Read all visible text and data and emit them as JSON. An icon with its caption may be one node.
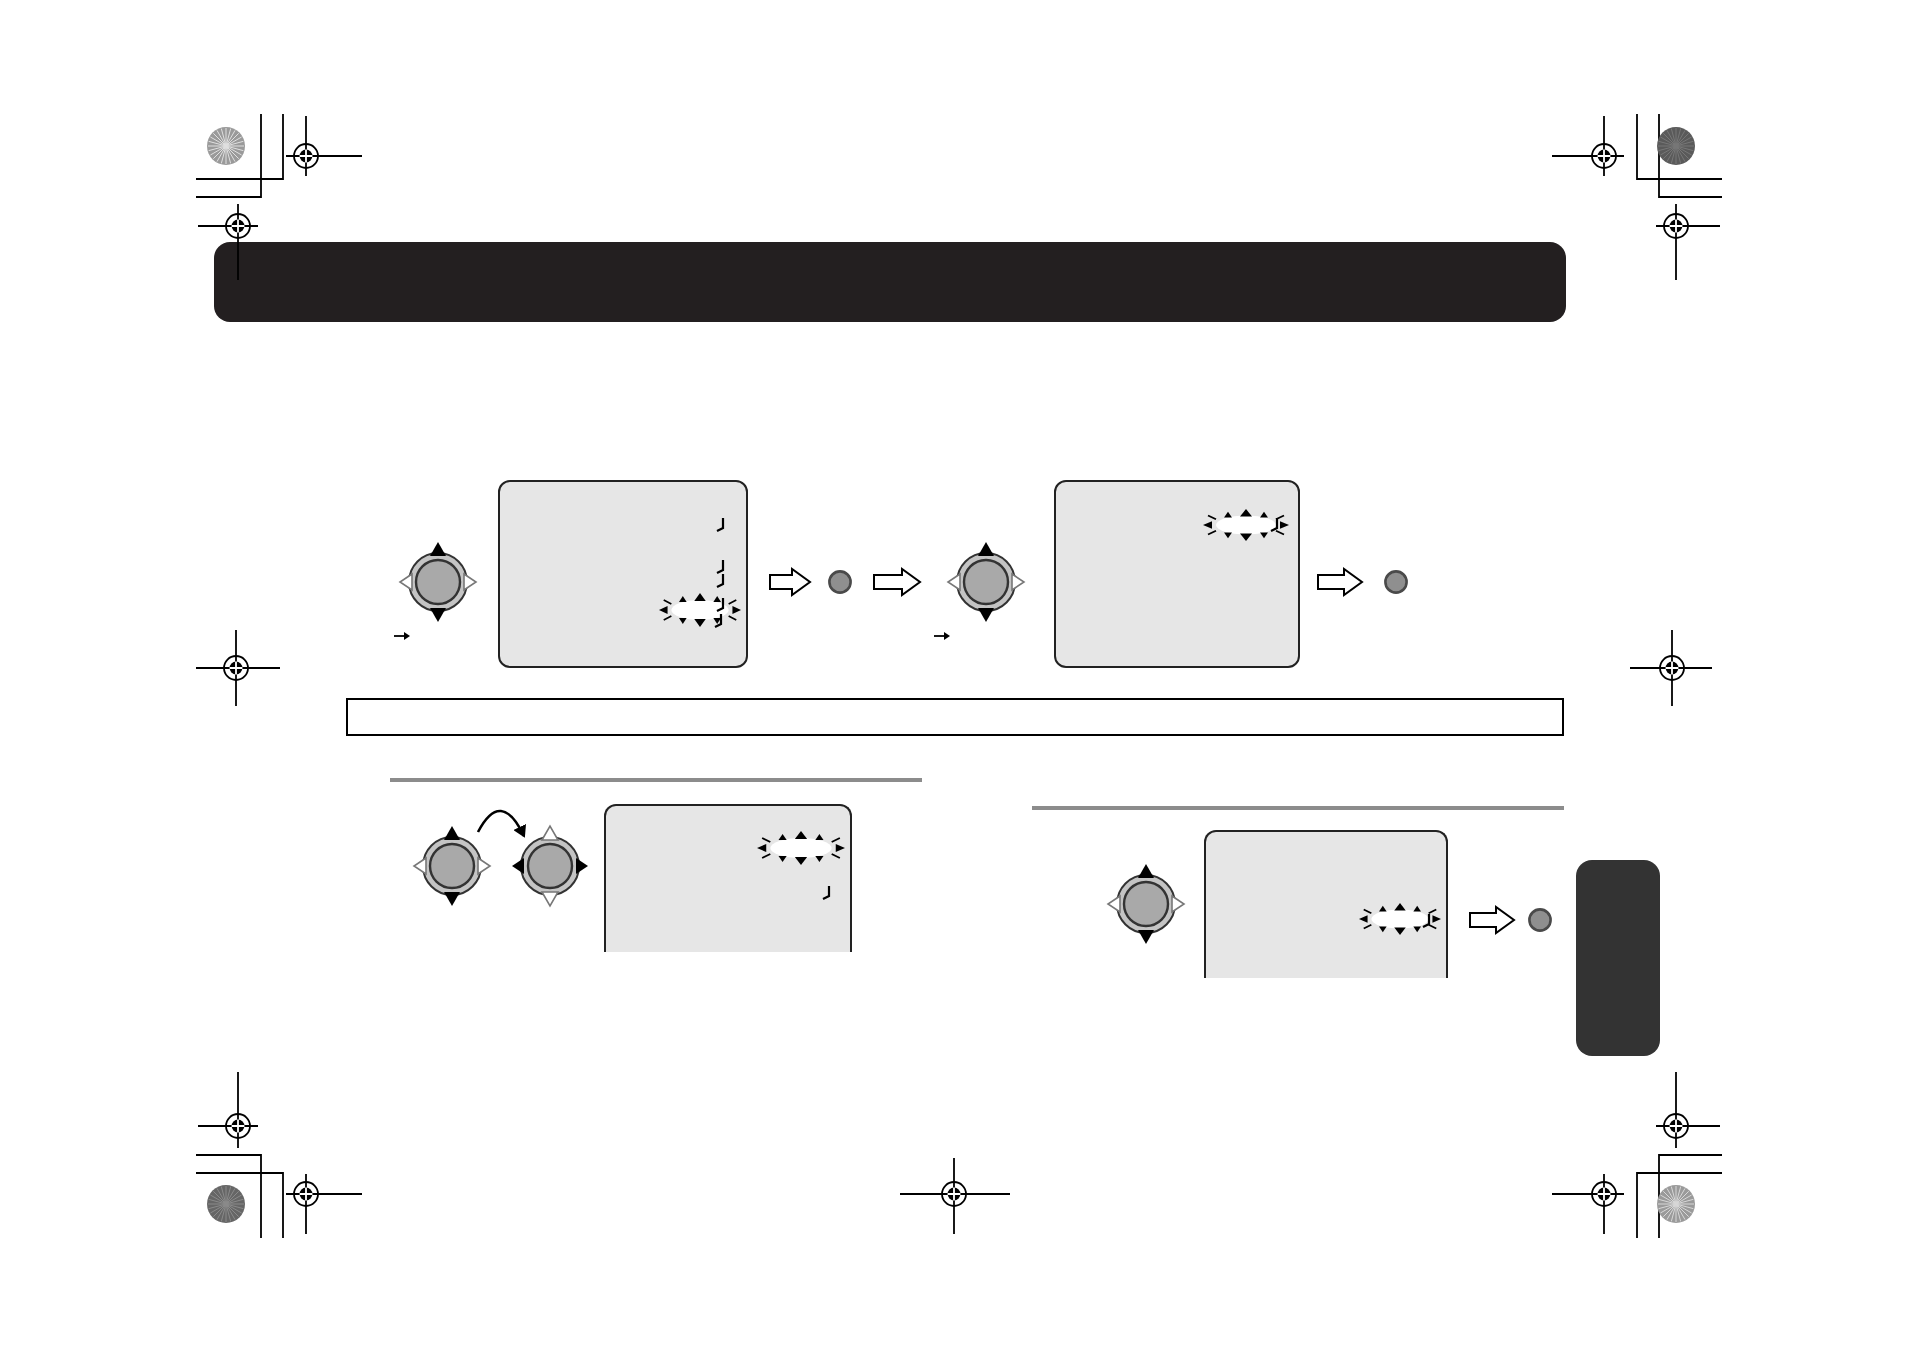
{
  "diagram": {
    "nodes": [
      {
        "text": [],
        "shape": "picture"
      },
      {
        "text": [],
        "shape": "box"
      },
      {
        "text": [],
        "shape": "circle"
      },
      {
        "text": [],
        "shape": "picture"
      },
      {
        "text": [],
        "shape": "box"
      },
      {
        "text": [],
        "shape": "circle"
      },
      {
        "text": [],
        "shape": "picture"
      },
      {
        "text": [],
        "shape": "picture"
      },
      {
        "text": [],
        "shape": "box"
      },
      {
        "text": [],
        "shape": "picture"
      },
      {
        "text": [],
        "shape": "box"
      },
      {
        "text": [],
        "shape": "circle"
      },
      {
        "text": [],
        "shape": "bar"
      }
    ],
    "edges": [
      {
        "from": 1,
        "to": 2,
        "arrow": "to"
      },
      {
        "from": 2,
        "to": 3,
        "arrow": "to"
      },
      {
        "from": 4,
        "to": 5,
        "arrow": "to"
      },
      {
        "from": 6,
        "to": 7,
        "arrow": "to"
      },
      {
        "from": 10,
        "to": 11,
        "arrow": "to"
      }
    ]
  }
}
